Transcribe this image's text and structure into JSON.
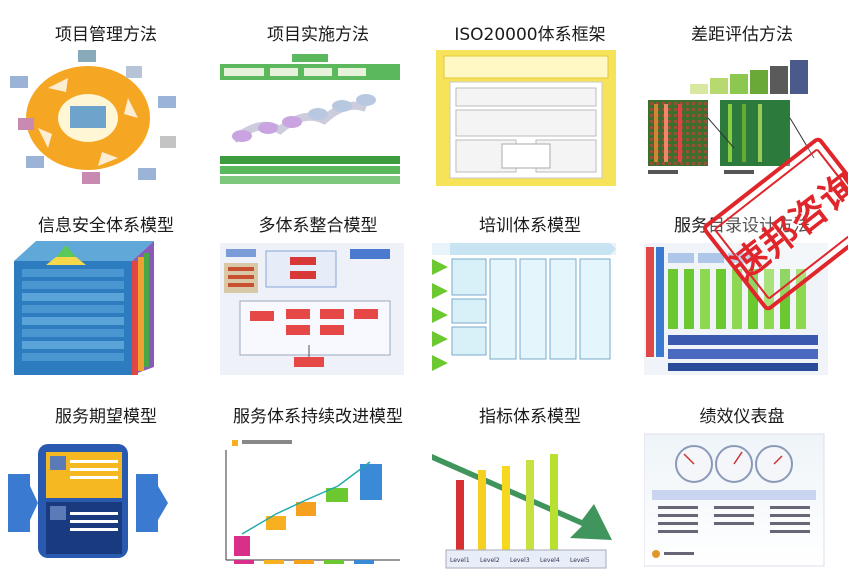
{
  "models": [
    {
      "title": "项目管理方法",
      "icon": "project-management-cycle-diagram-icon"
    },
    {
      "title": "项目实施方法",
      "icon": "implementation-steps-diagram-icon"
    },
    {
      "title": "ISO20000体系框架",
      "icon": "iso-framework-diagram-icon"
    },
    {
      "title": "差距评估方法",
      "icon": "gap-assessment-chart-icon"
    },
    {
      "title": "信息安全体系模型",
      "icon": "security-cube-diagram-icon"
    },
    {
      "title": "多体系整合模型",
      "icon": "integration-flow-diagram-icon"
    },
    {
      "title": "培训体系模型",
      "icon": "training-matrix-diagram-icon"
    },
    {
      "title": "服务目录设计方法",
      "icon": "service-catalog-diagram-icon"
    },
    {
      "title": "服务期望模型",
      "icon": "service-expectation-diagram-icon"
    },
    {
      "title": "服务体系持续改进模型",
      "icon": "continuous-improvement-steps-icon"
    },
    {
      "title": "指标体系模型",
      "icon": "kpi-levels-diagram-icon"
    },
    {
      "title": "绩效仪表盘",
      "icon": "performance-gauges-icon"
    }
  ],
  "stamp": {
    "text": "速邦咨询",
    "color": "#e0262b"
  },
  "level_labels": [
    "Level1",
    "Level2",
    "Level3",
    "Level4",
    "Level5"
  ]
}
